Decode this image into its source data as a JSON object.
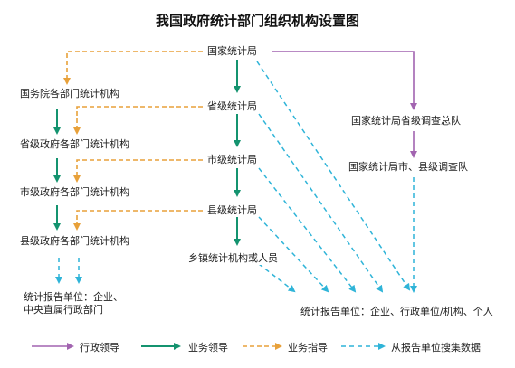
{
  "title": "我国政府统计部门组织机构设置图",
  "nodes": {
    "nbs": "国家统计局",
    "province_bureau": "省级统计局",
    "city_bureau": "市级统计局",
    "county_bureau": "县级统计局",
    "township": "乡镇统计机构或人员",
    "state_council_depts": "国务院各部门统计机构",
    "province_gov_depts": "省级政府各部门统计机构",
    "city_gov_depts": "市级政府各部门统计机构",
    "county_gov_depts": "县级政府各部门统计机构",
    "survey_corps_province": "国家统计局省级调查总队",
    "survey_corps_city_county": "国家统计局市、县级调查队",
    "reporting_left_line1": "统计报告单位：企业、",
    "reporting_left_line2": "中央直属行政部门",
    "reporting_right": "统计报告单位：企业、行政单位/机构、个人"
  },
  "legend": {
    "admin": "行政领导",
    "business_lead": "业务领导",
    "business_guide": "业务指导",
    "collect": "从报告单位搜集数据"
  },
  "colors": {
    "admin": "#a264b0",
    "business_lead": "#14936f",
    "business_guide": "#e8a13a",
    "collect": "#2fb4d8"
  }
}
